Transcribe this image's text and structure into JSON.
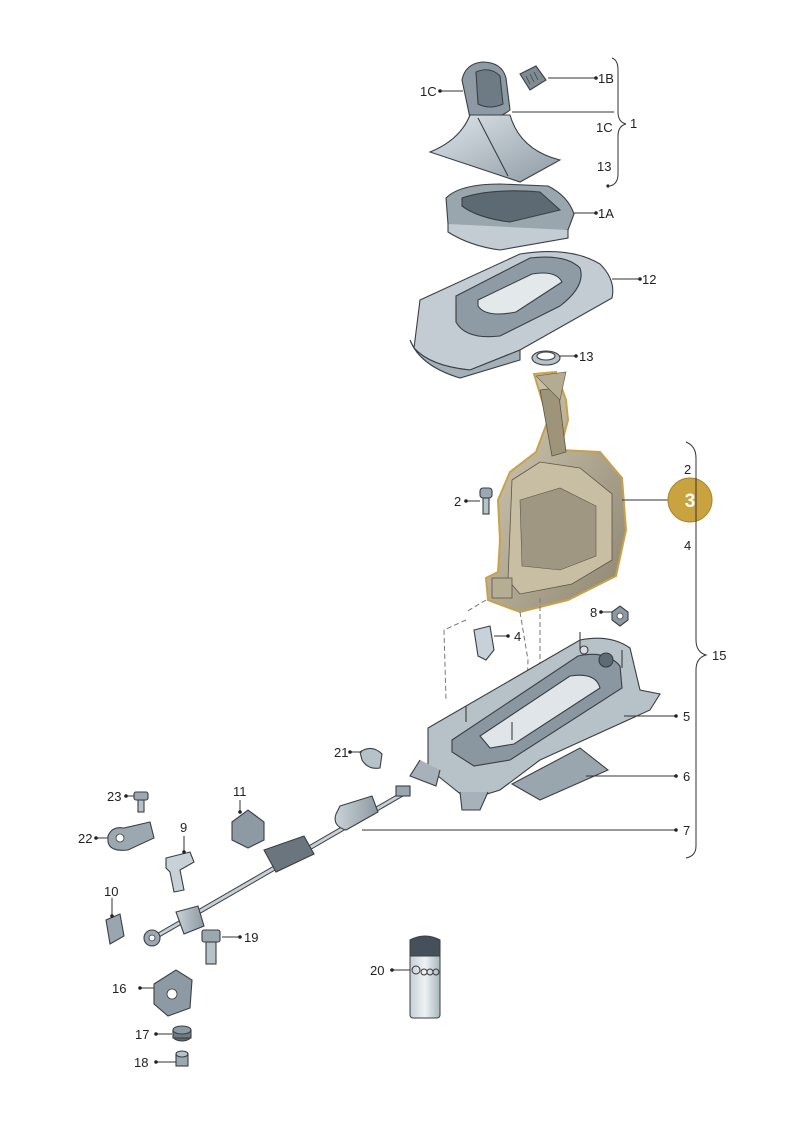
{
  "labels": {
    "boot_knob_top": "1C",
    "knob_cap": "1B",
    "boot_group_bracket": "1",
    "boot_assembly_ref": "1C",
    "clip_top_ref": "13",
    "trim_frame": "1A",
    "console_housing": "12",
    "ring_clip": "13",
    "selector_mech_right": "2",
    "selector_badge": "3",
    "selector_bracket_4": "4",
    "screw_2": "2",
    "nut_8": "8",
    "clip_4": "4",
    "assembly_15": "15",
    "base_frame": "5",
    "gasket": "6",
    "cable": "7",
    "clip_21": "21",
    "bracket_11": "11",
    "screw_23": "23",
    "lever_22": "22",
    "clip_9": "9",
    "clip_10": "10",
    "bolt_19": "19",
    "bracket_16": "16",
    "bushing_17": "17",
    "nut_18": "18",
    "grease_tube": "20"
  },
  "colors": {
    "highlight_badge": "#c9a33f",
    "highlight_part": "#c8a24a",
    "part_fill": "#b8c4cc",
    "part_dark": "#7f8b94",
    "leader": "#333333"
  }
}
